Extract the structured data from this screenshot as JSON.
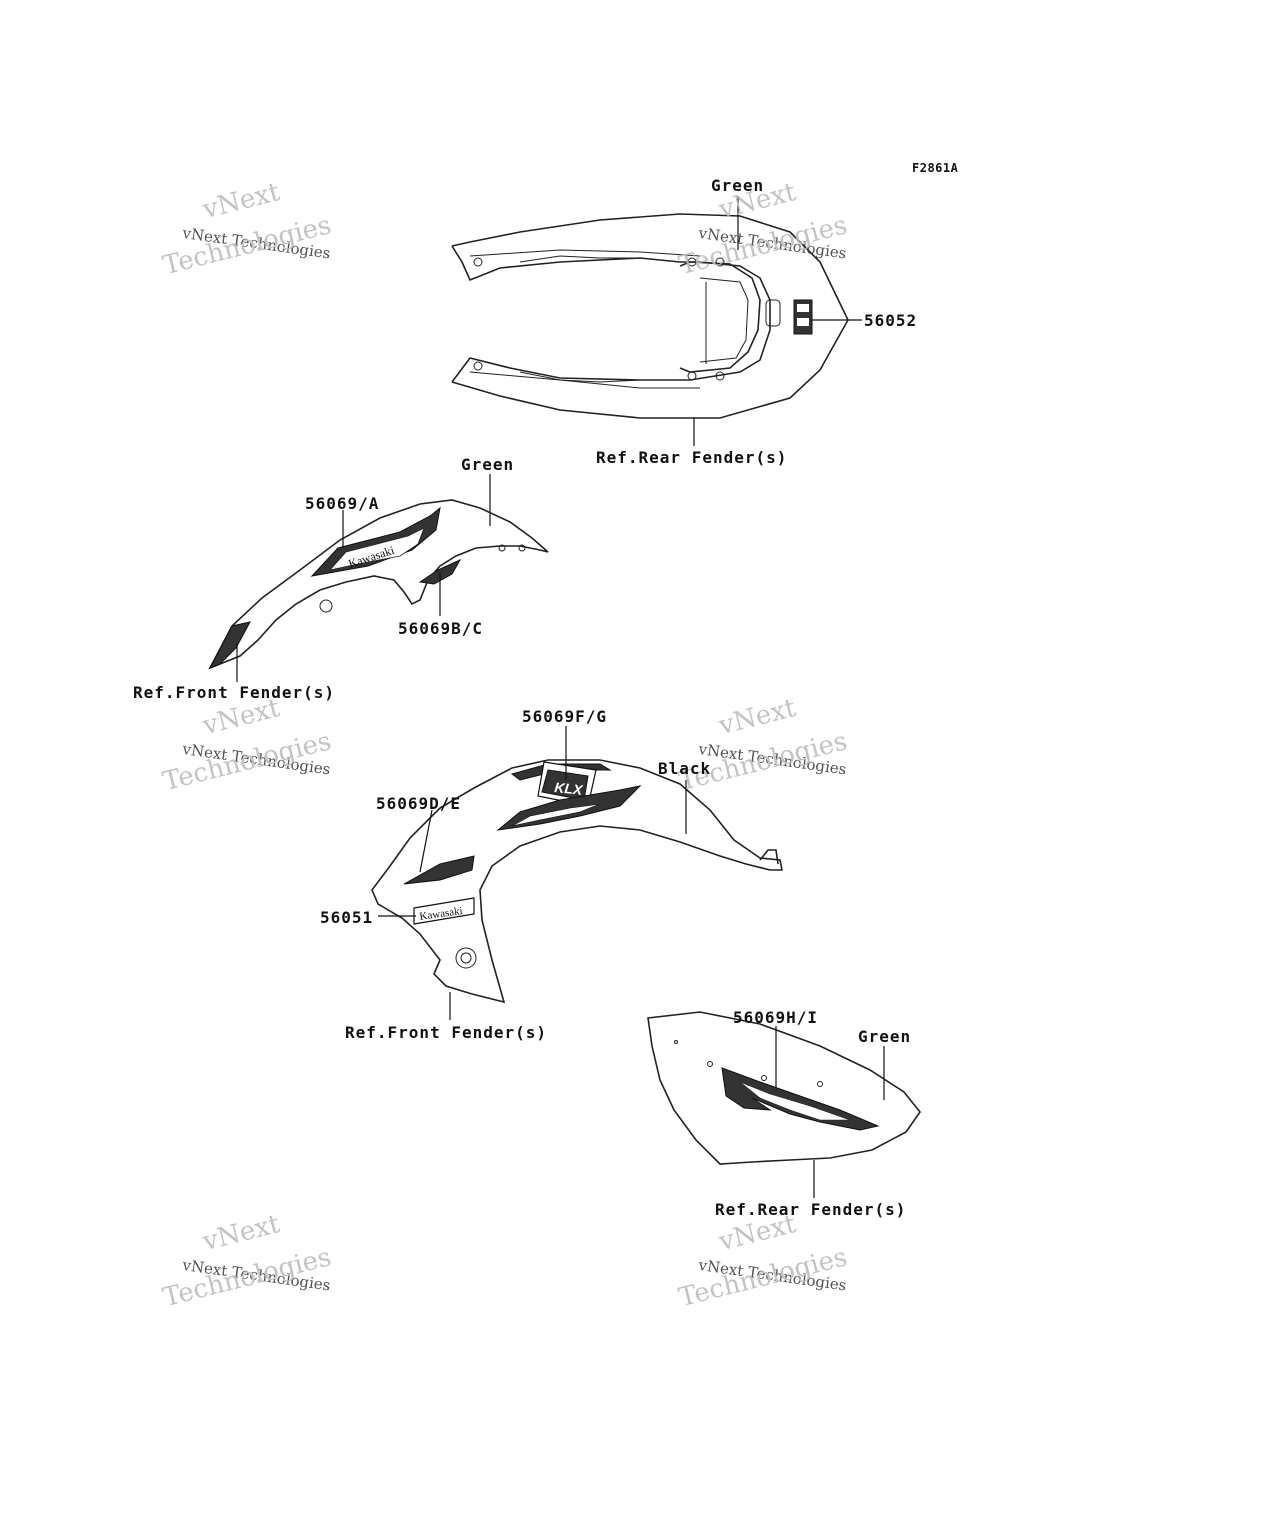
{
  "figure_id": "F2861A",
  "watermark": {
    "line1": "vNext",
    "line2": "vNext Technologies",
    "line3": "Technologies"
  },
  "labels": {
    "green_top": "Green",
    "p56052": "56052",
    "rear_fender_top": "Ref.Rear Fender(s)",
    "green_mid": "Green",
    "p56069A": "56069/A",
    "p56069BC": "56069B/C",
    "front_fender_1": "Ref.Front Fender(s)",
    "p56069FG": "56069F/G",
    "black": "Black",
    "p56069DE": "56069D/E",
    "p56051": "56051",
    "front_fender_2": "Ref.Front Fender(s)",
    "p56069HI": "56069H/I",
    "green_bottom": "Green",
    "rear_fender_bottom": "Ref.Rear Fender(s)"
  },
  "decal_text": {
    "brand": "Kawasaki",
    "model": "KLX"
  }
}
